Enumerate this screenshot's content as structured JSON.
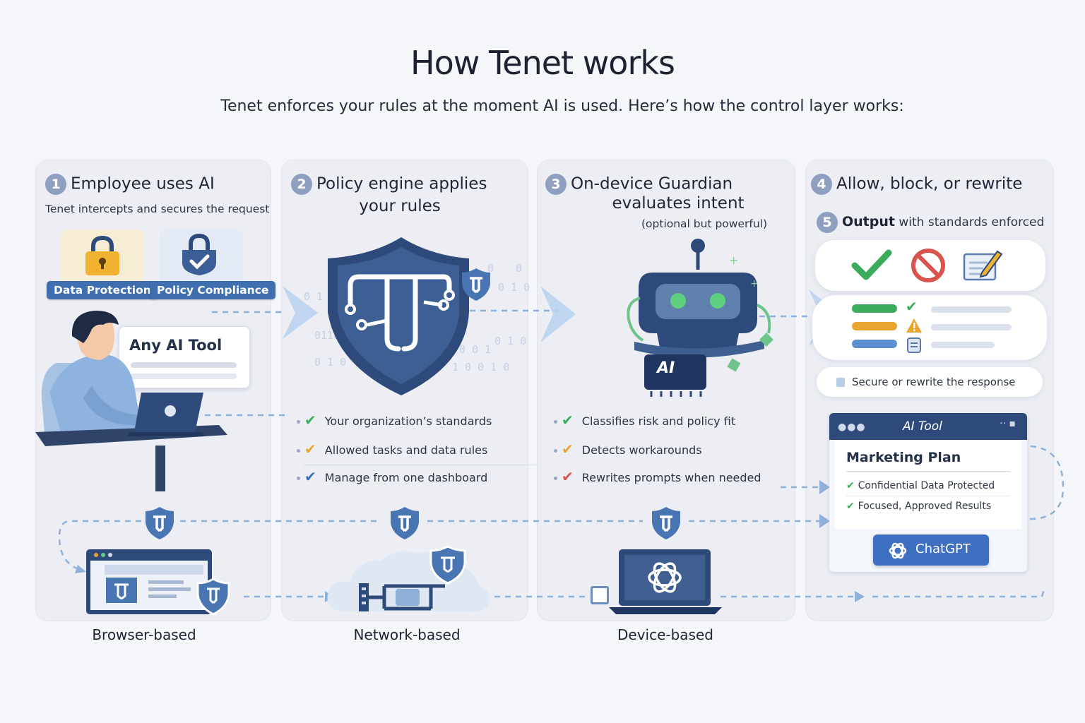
{
  "header": {
    "title": "How Tenet works",
    "subtitle": "Tenet enforces your rules at the moment AI is used. Here’s how the control layer works:"
  },
  "steps": [
    {
      "num": "1",
      "title": "Employee uses AI",
      "sub": "Tenet intercepts and secures the request",
      "badges": [
        "Data Protection",
        "Policy Compliance"
      ],
      "tool_label": "Any AI Tool"
    },
    {
      "num": "2",
      "title_line1": "Policy engine applies",
      "title_line2": "your rules",
      "bullets": [
        "Your organization’s standards",
        "Allowed tasks and data rules",
        "Manage from one dashboard"
      ]
    },
    {
      "num": "3",
      "title_line1": "On-device Guardian",
      "title_line2": "evaluates intent",
      "note": "(optional but powerful)",
      "chip_label": "AI",
      "bullets": [
        "Classifies risk and policy fit",
        "Detects workarounds",
        "Rewrites prompts when needed"
      ]
    },
    {
      "num": "4",
      "title": "Allow, block, or rewrite"
    },
    {
      "num": "5",
      "title_bold": "Output",
      "title_rest": " with standards enforced",
      "secure_label": "Secure or rewrite the response",
      "tool_window": {
        "title": "AI Tool",
        "doc_title": "Marketing Plan",
        "items": [
          "Confidential Data Protected",
          "Focused, Approved Results"
        ],
        "chatgpt_label": "ChatGPT"
      }
    }
  ],
  "deployment": [
    "Browser-based",
    "Network-based",
    "Device-based"
  ],
  "colors": {
    "accent": "#3f6fae",
    "navy": "#2d4a7a",
    "green": "#3bab5c",
    "orange": "#e8a531",
    "red": "#d9534f",
    "blue_check": "#3a6fc0",
    "dash": "#8fb0d8"
  }
}
